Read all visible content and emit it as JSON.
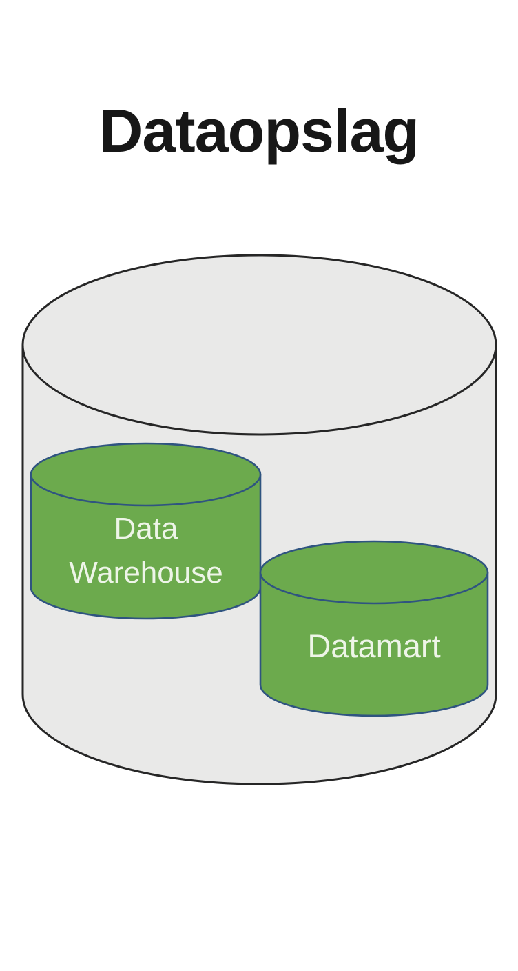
{
  "title": {
    "text": "Dataopslag"
  },
  "diagram": {
    "labels": {
      "warehouse_line1": "Data",
      "warehouse_line2": "Warehouse",
      "datamart": "Datamart"
    },
    "colors": {
      "background": "#ffffff",
      "outer_cylinder_fill": "#e9e9e8",
      "outer_cylinder_border": "#262626",
      "inner_cylinder_fill": "#6caa4d",
      "inner_cylinder_border": "#2f5480",
      "inner_label_text": "#eef5e8",
      "title_text": "#171717"
    }
  }
}
